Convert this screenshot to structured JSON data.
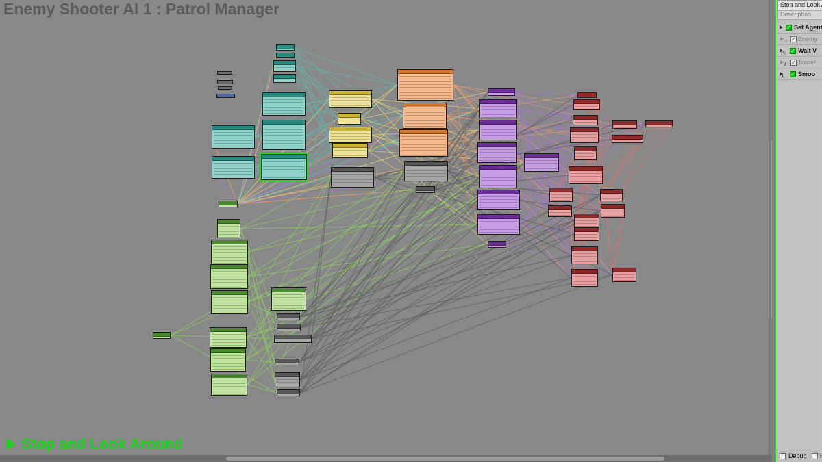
{
  "graph": {
    "title": "Enemy Shooter AI 1 : Patrol Manager",
    "active_state": "Stop and Look Around"
  },
  "panel": {
    "title": "Stop and Look Around",
    "description_placeholder": "Description...",
    "tasks": [
      {
        "label": "Set Agent",
        "level": "top",
        "enabled": true,
        "icon": "task-node-icon"
      },
      {
        "label": "Enemy",
        "level": "sub",
        "enabled": true,
        "icon": "variable-icon"
      },
      {
        "label": "Wait V",
        "level": "top",
        "enabled": true,
        "icon": "clock-icon"
      },
      {
        "label": "Transf",
        "level": "sub",
        "enabled": true,
        "icon": "transform-icon"
      },
      {
        "label": "Smoo",
        "level": "top",
        "enabled": true,
        "icon": "transform-icon"
      }
    ],
    "footer": {
      "debug_label": "Debug",
      "second_label": "H"
    }
  },
  "colors": {
    "teal": "#37a89c",
    "yellow": "#e7d66d",
    "orange": "#ee9a5a",
    "gray": "#7c7c7c",
    "purple": "#8e55b8",
    "red": "#c35050",
    "green": "#7fc45b",
    "selection": "#19e019"
  }
}
